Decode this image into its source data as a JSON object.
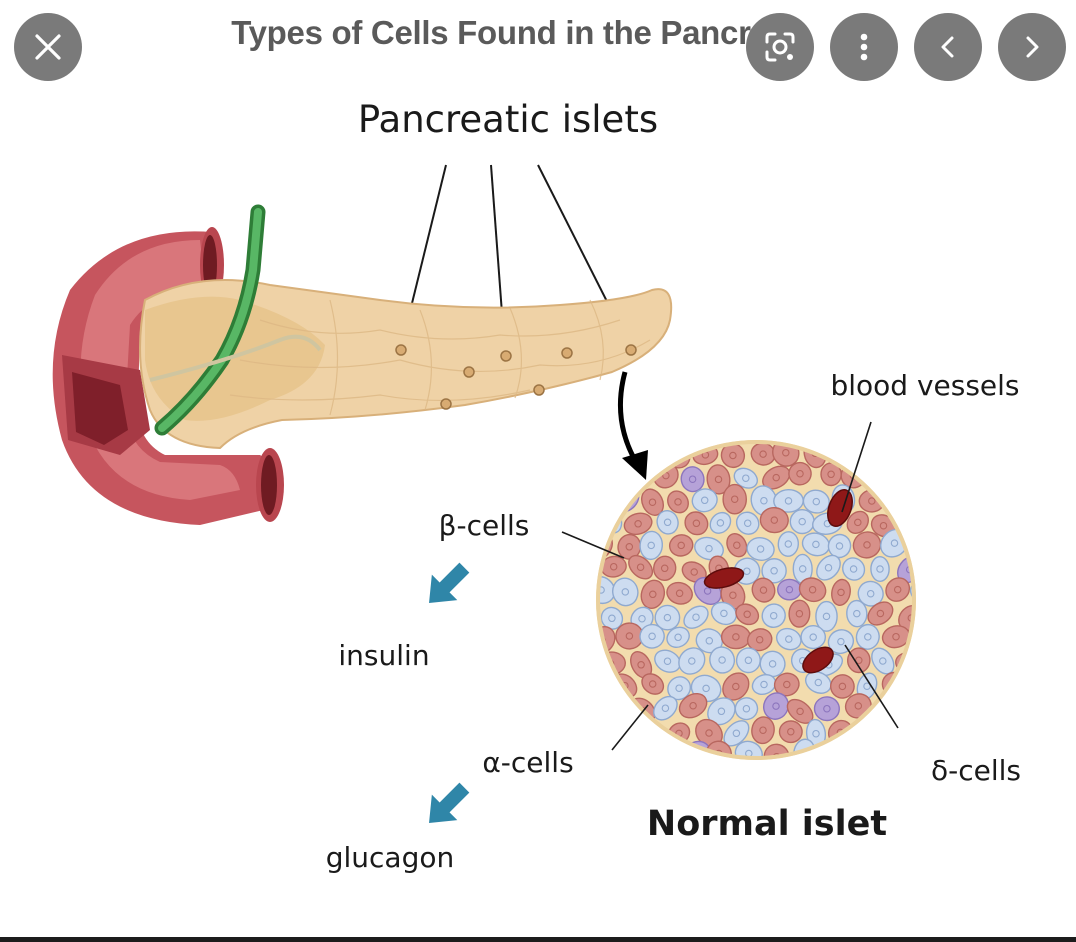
{
  "viewer": {
    "title": "Types of Cells Found in the Pancreas",
    "buttons": {
      "close": "close-icon",
      "lens": "lens-search-icon",
      "more": "more-vert-icon",
      "previous": "chevron-left-icon",
      "next": "chevron-right-icon"
    }
  },
  "figure": {
    "heading": "Pancreatic islets",
    "labels": {
      "blood_vessels": "blood vessels",
      "beta_cells": "β-cells",
      "insulin": "insulin",
      "alpha_cells": "α-cells",
      "glucagon": "glucagon",
      "delta_cells": "δ-cells",
      "normal_islet": "Normal islet"
    },
    "colors": {
      "pancreas": "#efd2a6",
      "duodenum": "#c6555e",
      "duct": "#3d9b47",
      "alpha_cell": "#d79089",
      "beta_cell": "#cddcf0",
      "delta_cell": "#b6a2d8",
      "blood_vessel": "#8f1818",
      "arrow": "#2f86a8"
    }
  }
}
